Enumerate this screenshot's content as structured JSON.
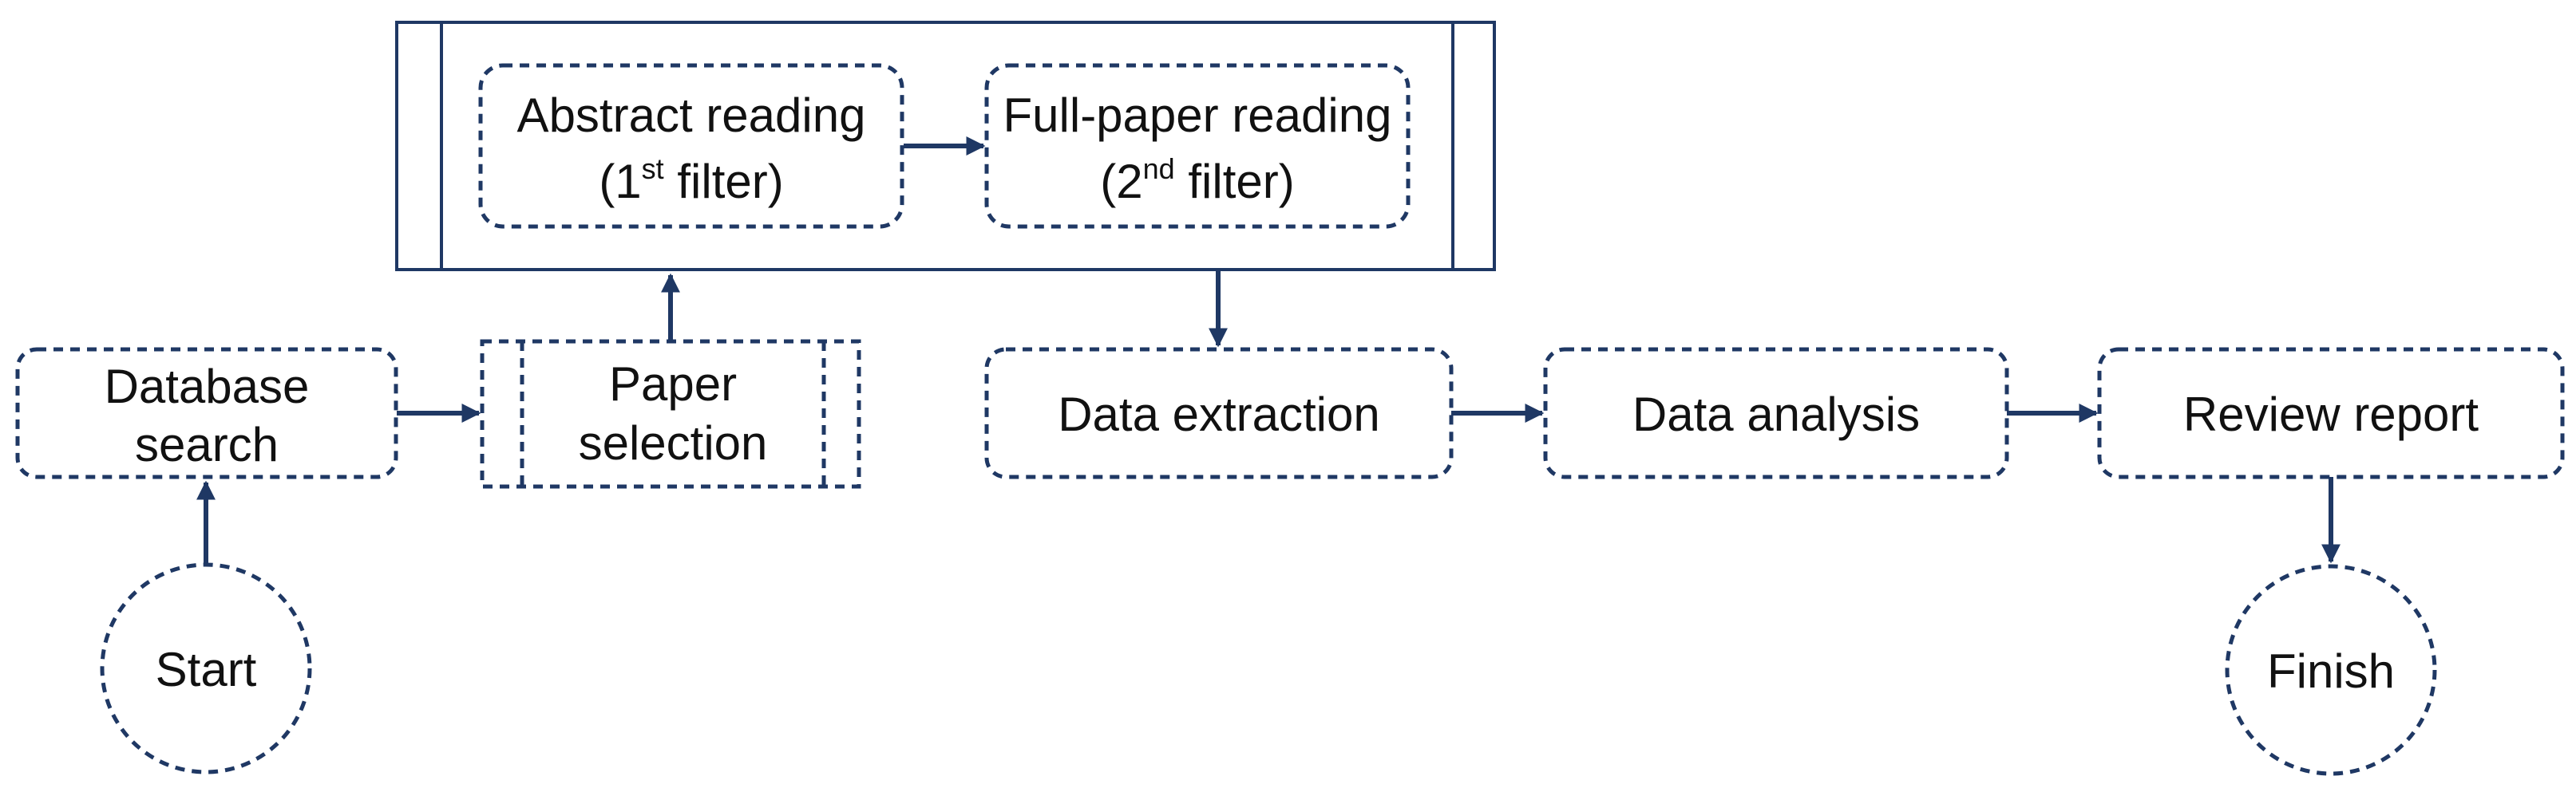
{
  "nodes": {
    "start": "Start",
    "database_search": [
      "Database",
      "search"
    ],
    "paper_selection": [
      "Paper",
      "selection"
    ],
    "abstract_reading": {
      "line1": "Abstract reading",
      "line2_pre": "(1",
      "line2_sup": "st",
      "line2_post": " filter)"
    },
    "full_paper_reading": {
      "line1": "Full-paper reading",
      "line2_pre": "(2",
      "line2_sup": "nd",
      "line2_post": " filter)"
    },
    "data_extraction": "Data extraction",
    "data_analysis": "Data analysis",
    "review_report": "Review report",
    "finish": "Finish"
  },
  "colors": {
    "stroke": "#1f3864",
    "text": "#111111",
    "background": "#ffffff"
  }
}
